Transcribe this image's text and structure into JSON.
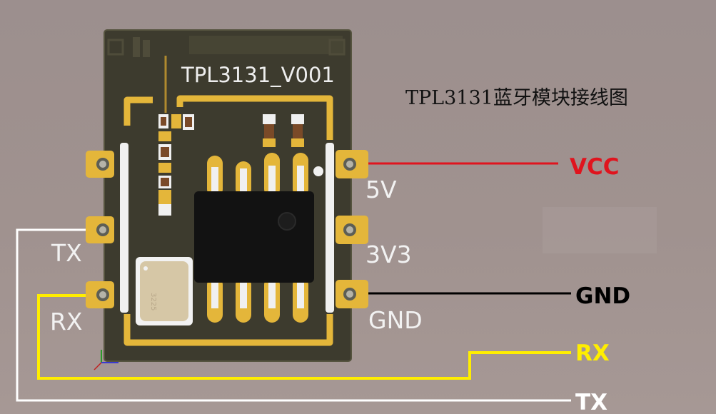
{
  "title": "TPL3131蓝牙模块接线图",
  "board": {
    "label": "TPL3131_V001",
    "crystal_text": "3225"
  },
  "pins_left": [
    {
      "label": "TX"
    },
    {
      "label": "RX"
    }
  ],
  "pins_right": [
    {
      "label": "5V"
    },
    {
      "label": "3V3"
    },
    {
      "label": "GND"
    }
  ],
  "wires": {
    "vcc": {
      "label": "VCC",
      "color": "#e0141e"
    },
    "gnd": {
      "label": "GND",
      "color": "#000000"
    },
    "rx": {
      "label": "RX",
      "color": "#ffee00"
    },
    "tx": {
      "label": "TX",
      "color": "#ffffff"
    }
  },
  "colors": {
    "pcb": "#3b3a2c",
    "gold": "#e4b63a",
    "silk": "#f2f2f2"
  }
}
